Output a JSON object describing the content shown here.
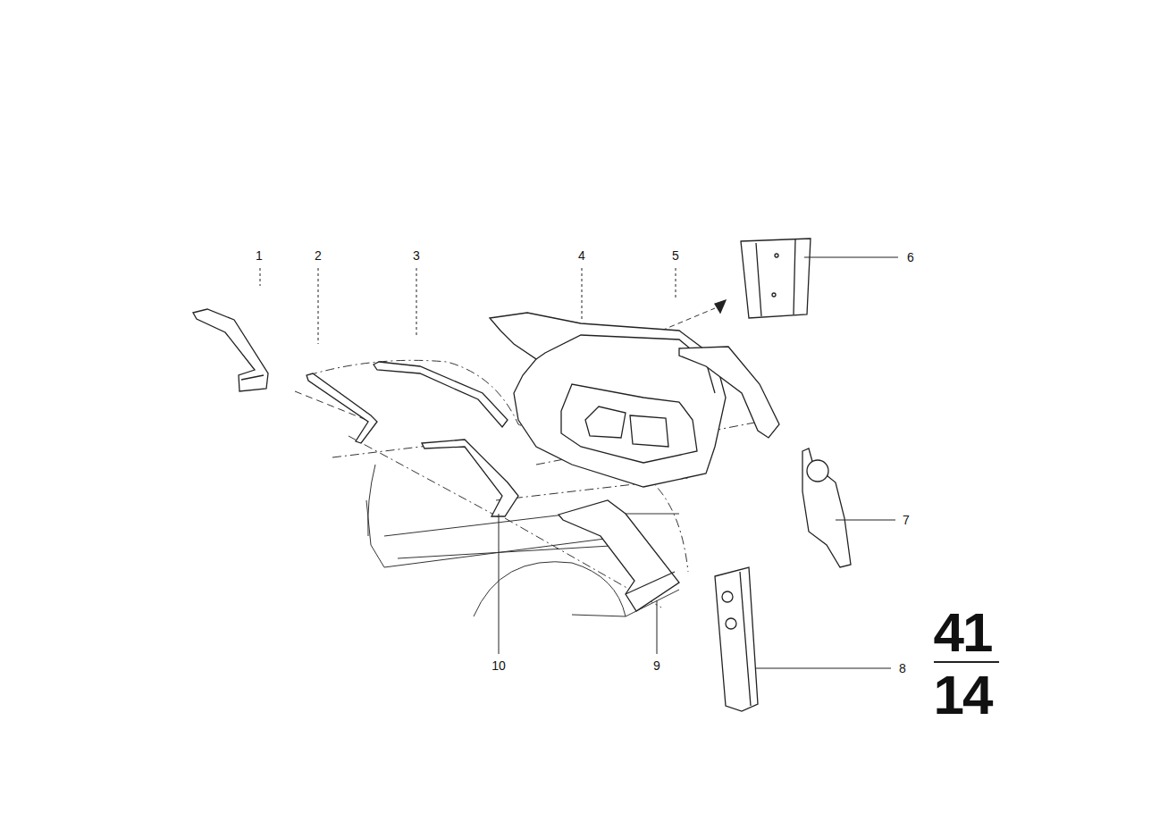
{
  "diagram": {
    "labels": [
      "1",
      "2",
      "3",
      "4",
      "5",
      "6",
      "7",
      "8",
      "9",
      "10",
      "41",
      "14"
    ]
  }
}
